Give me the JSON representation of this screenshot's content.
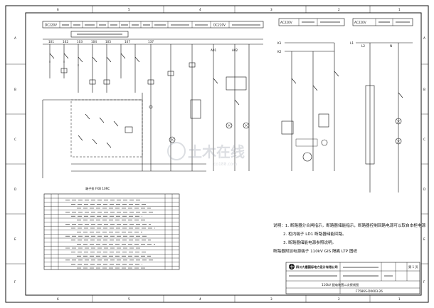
{
  "sheet": {
    "border_top_ticks": [
      "6",
      "5",
      "4",
      "3",
      "2",
      "1"
    ],
    "border_bottom_ticks": [
      "6",
      "5",
      "4",
      "3",
      "2",
      "1"
    ],
    "border_left_ticks": [
      "A",
      "B",
      "C",
      "D",
      "E",
      "F"
    ],
    "border_right_ticks": [
      "A",
      "B",
      "C",
      "D",
      "E",
      "F"
    ]
  },
  "left_header": {
    "cells": [
      "DC220V",
      "",
      "",
      "",
      "",
      "",
      "",
      "",
      "",
      "",
      "",
      "DC220V",
      ""
    ]
  },
  "right_header": {
    "cells": [
      "AC220V",
      "",
      "",
      "AC220V",
      "",
      ""
    ]
  },
  "relay_block_title": "",
  "terminal_block_title": "端子排 FXB 10RC",
  "watermark": {
    "text": "土木在线",
    "sub": "co188.com"
  },
  "notes": {
    "title": "说明：",
    "lines": [
      "说明：1. 断路器分合闸指示，断路器储能指示，断路器控制回路电源可以取自本柜电源",
      "2. 柜内端子 LD1 断路器储能回路。",
      "3. 断路器储能电源参照说明。",
      "断路器附加电源端子 110kV GIS 隔离 LTP 图纸"
    ]
  },
  "title_block": {
    "company": "四川大唐国际电力设计有限公司",
    "drawing_name": "110kV 配电装置二次接线图",
    "drawing_number": "F7586S-D0603-26",
    "col1": "",
    "col2": "",
    "col3": "第 1 页"
  },
  "wire_labels": [
    "101",
    "102",
    "103",
    "104",
    "105",
    "107",
    "137",
    "A01",
    "A02",
    "K1",
    "K2",
    "L1",
    "L2",
    "N"
  ]
}
